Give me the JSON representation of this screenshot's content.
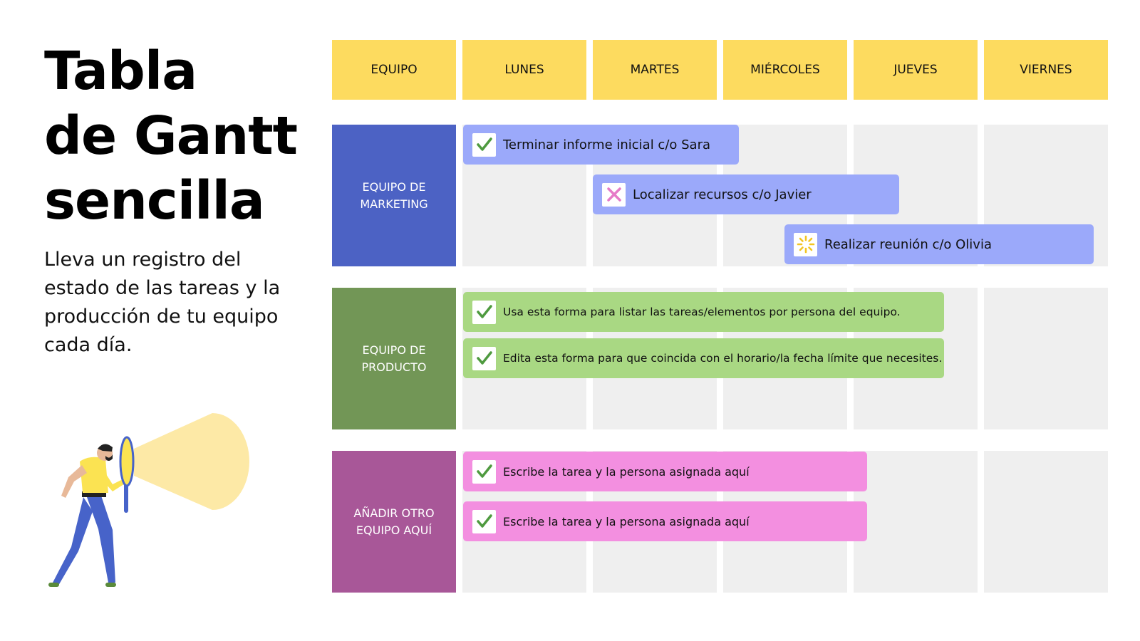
{
  "title": {
    "line1": "Tabla",
    "line2": "de Gantt",
    "line3": "sencilla"
  },
  "subtitle": "Lleva un registro del estado de las tareas y la producción de tu equipo cada día.",
  "header": [
    "EQUIPO",
    "LUNES",
    "MARTES",
    "MIÉRCOLES",
    "JUEVES",
    "VIERNES"
  ],
  "colors": {
    "header": "#fddb5f",
    "marketing": "#4c62c4",
    "product": "#729656",
    "other": "#a85798",
    "bar_blue": "#9ba9fa",
    "bar_green": "#a9d883",
    "bar_pink": "#f38fe0"
  },
  "teams": [
    {
      "line1": "EQUIPO DE",
      "line2": "MARKETING"
    },
    {
      "line1": "EQUIPO DE",
      "line2": "PRODUCTO"
    },
    {
      "line1": "AÑADIR OTRO",
      "line2": "EQUIPO AQUÍ"
    }
  ],
  "tasks": [
    {
      "label": "Terminar informe inicial c/o Sara",
      "status": "check-icon"
    },
    {
      "label": "Localizar recursos c/o Javier",
      "status": "cross-icon"
    },
    {
      "label": "Realizar reunión c/o Olivia",
      "status": "loading-icon"
    },
    {
      "label": "Usa esta forma para listar las tareas/elementos por persona del equipo.",
      "status": "check-icon"
    },
    {
      "label": "Edita esta forma para que coincida con el horario/la fecha límite que necesites.",
      "status": "check-icon"
    },
    {
      "label": "Escribe la tarea y la persona asignada aquí",
      "status": "check-icon"
    },
    {
      "label": "Escribe la tarea y la persona asignada aquí",
      "status": "check-icon"
    }
  ]
}
